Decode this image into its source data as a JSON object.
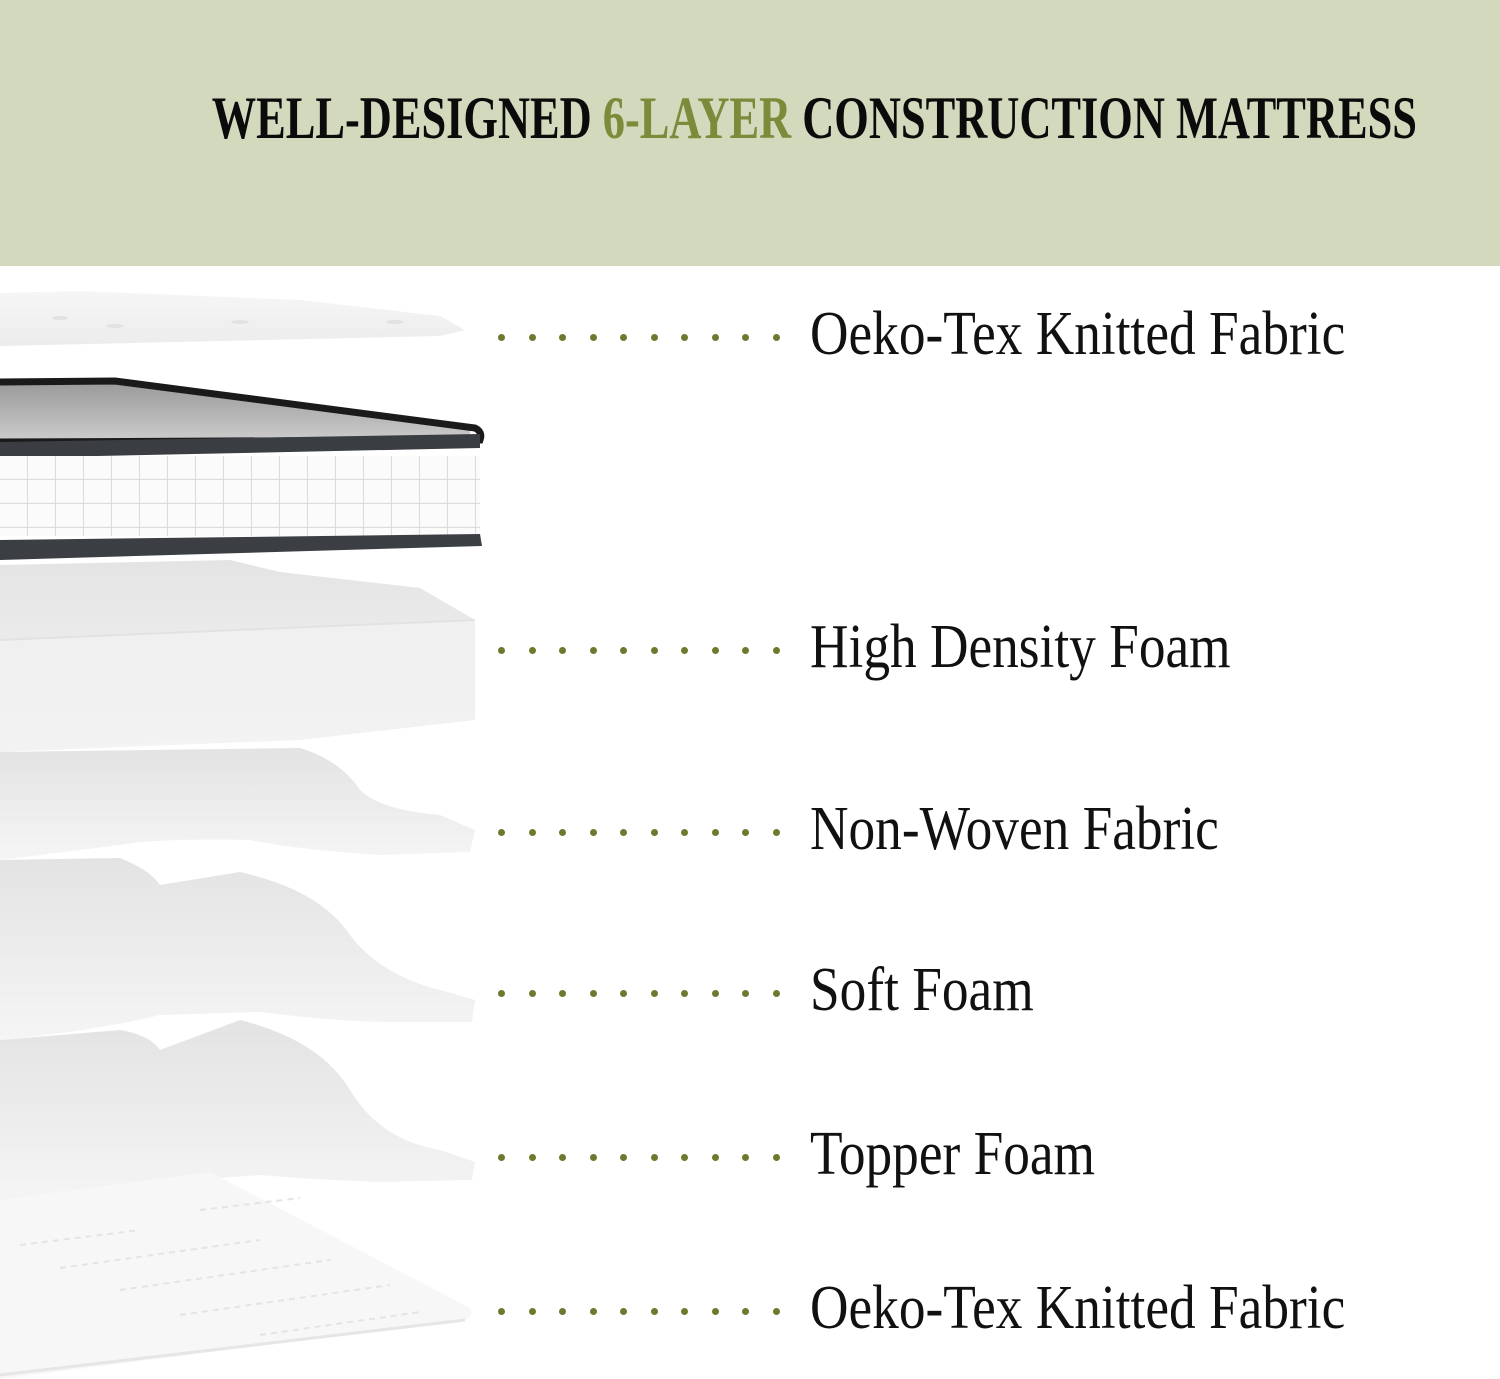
{
  "header": {
    "title_prefix": "WELL-DESIGNED ",
    "title_accent": "6-LAYER",
    "title_suffix": " CONSTRUCTION MATTRESS",
    "background_color": "#D3D9BD",
    "accent_color": "#7A8B3A"
  },
  "layers": [
    {
      "label": "Oeko-Tex Knitted Fabric",
      "icon": "layer-top-fabric"
    },
    {
      "label": "High Density Foam",
      "icon": "layer-high-density-foam"
    },
    {
      "label": "Non-Woven Fabric",
      "icon": "layer-non-woven-fabric"
    },
    {
      "label": "Soft Foam",
      "icon": "layer-soft-foam"
    },
    {
      "label": "Topper Foam",
      "icon": "layer-topper-foam"
    },
    {
      "label": "Oeko-Tex Knitted Fabric",
      "icon": "layer-bottom-fabric"
    }
  ],
  "leader": {
    "dot_count": 10,
    "dot_color": "#6B7A2E"
  }
}
